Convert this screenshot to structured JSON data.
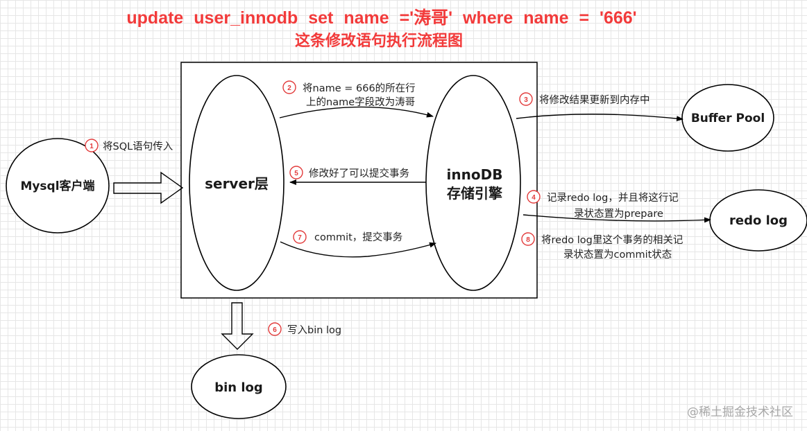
{
  "title": {
    "sql": "update   user_innodb   set  name ='涛哥'  where   name = '666'",
    "subtitle": "这条修改语句执行流程图"
  },
  "nodes": {
    "client": "Mysql客户端",
    "server": "server层",
    "innodb_line1": "innoDB",
    "innodb_line2": "存储引擎",
    "buffer_pool": "Buffer  Pool",
    "redo_log": "redo  log",
    "bin_log": "bin  log"
  },
  "steps": [
    {
      "num": "1",
      "lines": [
        "将SQL语句传入"
      ]
    },
    {
      "num": "2",
      "lines": [
        "将name = 666的所在行",
        "上的name字段改为涛哥"
      ]
    },
    {
      "num": "3",
      "lines": [
        "将修改结果更新到内存中"
      ]
    },
    {
      "num": "4",
      "lines": [
        "记录redo  log，并且将这行记",
        "录状态置为prepare"
      ]
    },
    {
      "num": "5",
      "lines": [
        "修改好了可以提交事务"
      ]
    },
    {
      "num": "6",
      "lines": [
        "写入bin log"
      ]
    },
    {
      "num": "7",
      "lines": [
        "commit，提交事务"
      ]
    },
    {
      "num": "8",
      "lines": [
        "将redo  log里这个事务的相关记",
        "录状态置为commit状态"
      ]
    }
  ],
  "watermark": "@稀土掘金技术社区",
  "colors": {
    "title": "#f23a3a",
    "badge": "#e23b3b"
  }
}
